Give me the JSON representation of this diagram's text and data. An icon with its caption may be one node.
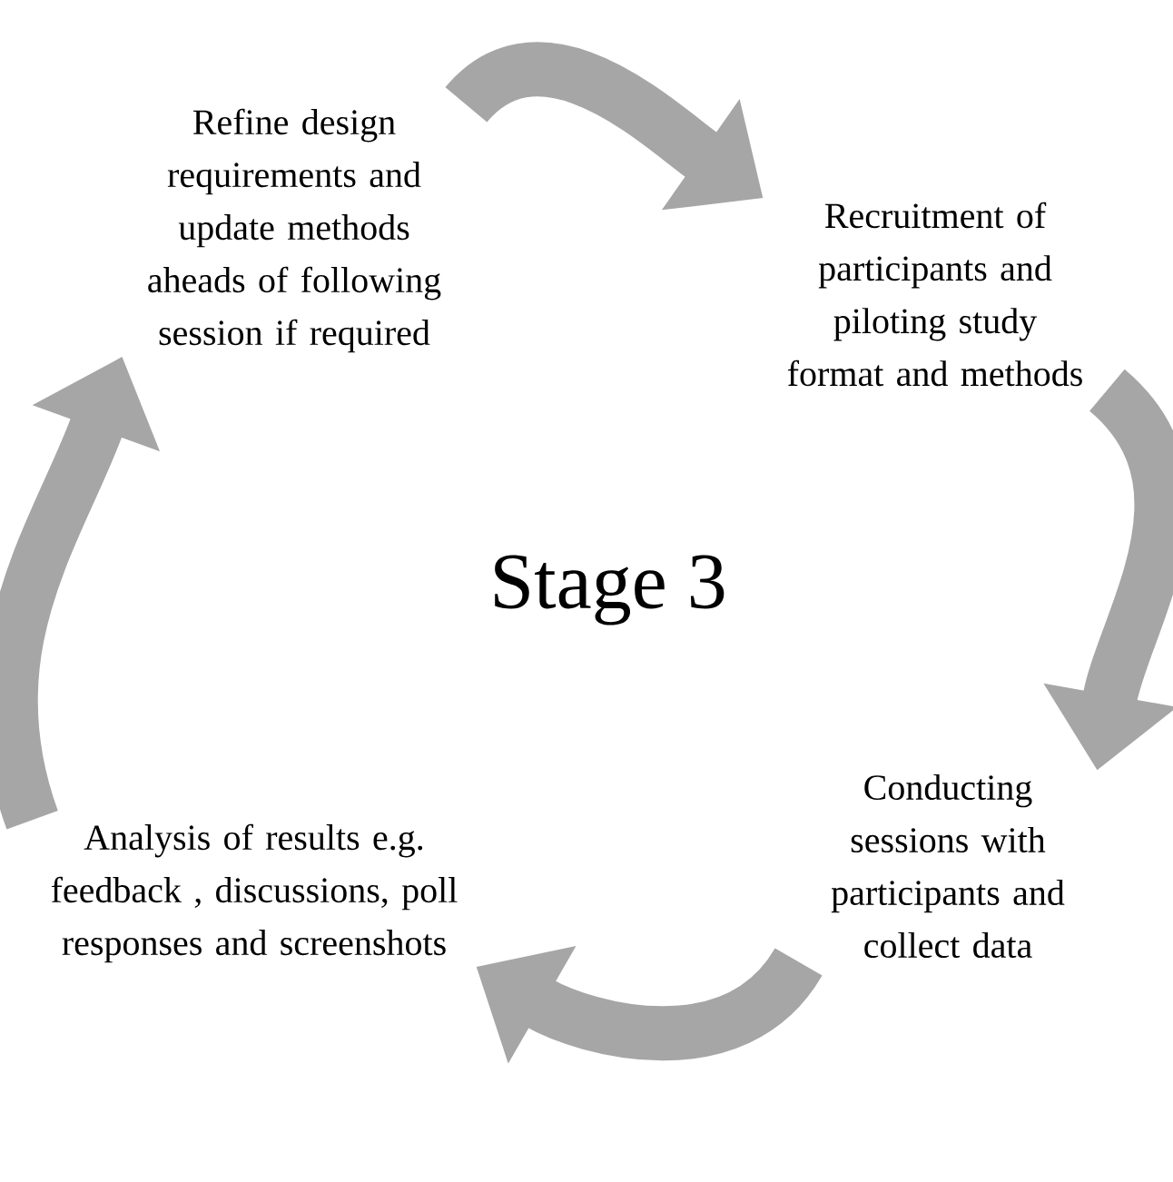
{
  "diagram": {
    "nodes": [
      {
        "text": [
          "Refine design requirements and update methods aheads of following session if required"
        ]
      },
      {
        "text": [
          "Recruitment of participants and piloting study format and methods"
        ]
      },
      {
        "text": [
          "Conducting sessions with participants and collect data"
        ]
      },
      {
        "text": [
          "Analysis of results e.g. feedback , discussions, poll responses and screenshots"
        ]
      }
    ],
    "edges": [
      {
        "from": 0,
        "to": 1,
        "arrow": "to"
      },
      {
        "from": 1,
        "to": 2,
        "arrow": "to"
      },
      {
        "from": 2,
        "to": 3,
        "arrow": "to"
      },
      {
        "from": 3,
        "to": 0,
        "arrow": "to"
      }
    ],
    "labels": [
      "Stage 3"
    ]
  }
}
